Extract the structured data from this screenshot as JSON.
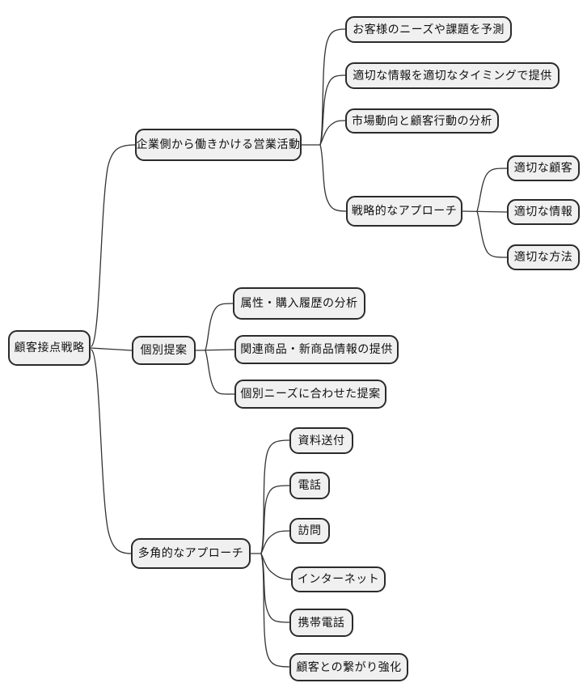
{
  "diagram": {
    "type": "mindmap",
    "colors": {
      "background": "#ffffff",
      "node_fill": "#f0f0f0",
      "node_border": "#2b2b2b",
      "edge": "#333333",
      "text": "#111111"
    },
    "root": {
      "label": "顧客接点戦略"
    },
    "branches": [
      {
        "label": "企業側から働きかける営業活動",
        "children": [
          {
            "label": "お客様のニーズや課題を予測"
          },
          {
            "label": "適切な情報を適切なタイミングで提供"
          },
          {
            "label": "市場動向と顧客行動の分析"
          },
          {
            "label": "戦略的なアプローチ",
            "children": [
              {
                "label": "適切な顧客"
              },
              {
                "label": "適切な情報"
              },
              {
                "label": "適切な方法"
              }
            ]
          }
        ]
      },
      {
        "label": "個別提案",
        "children": [
          {
            "label": "属性・購入履歴の分析"
          },
          {
            "label": "関連商品・新商品情報の提供"
          },
          {
            "label": "個別ニーズに合わせた提案"
          }
        ]
      },
      {
        "label": "多角的なアプローチ",
        "children": [
          {
            "label": "資料送付"
          },
          {
            "label": "電話"
          },
          {
            "label": "訪問"
          },
          {
            "label": "インターネット"
          },
          {
            "label": "携帯電話"
          },
          {
            "label": "顧客との繋がり強化"
          }
        ]
      }
    ]
  }
}
